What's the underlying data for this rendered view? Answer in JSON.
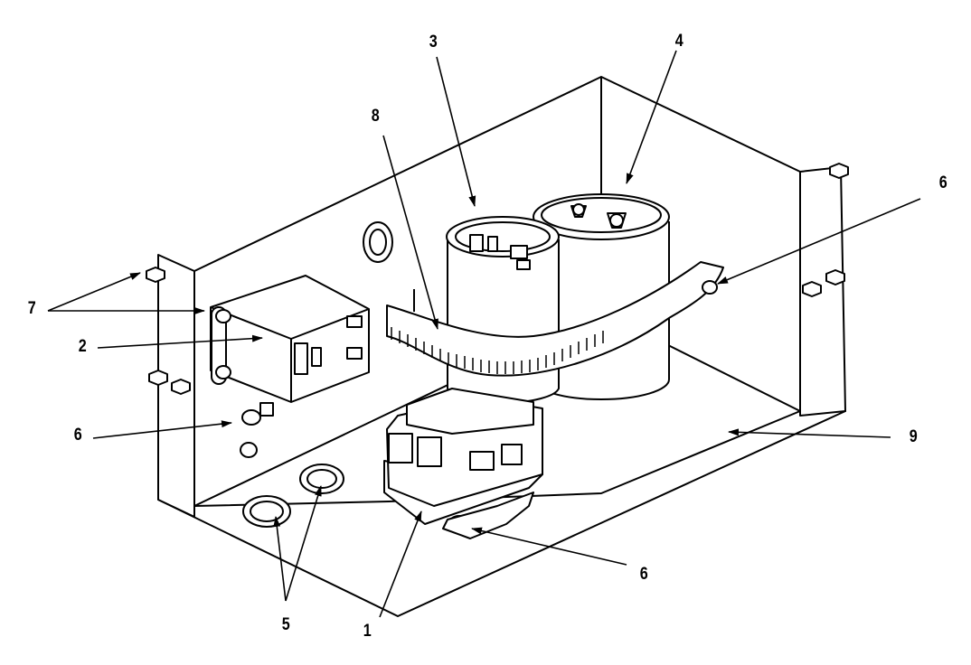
{
  "callouts": {
    "c1": "1",
    "c2": "2",
    "c3": "3",
    "c4": "4",
    "c5": "5",
    "c6a": "6",
    "c6b": "6",
    "c6c": "6",
    "c7": "7",
    "c8": "8",
    "c9": "9"
  },
  "colors": {
    "line": "#000000",
    "fill": "#ffffff"
  }
}
